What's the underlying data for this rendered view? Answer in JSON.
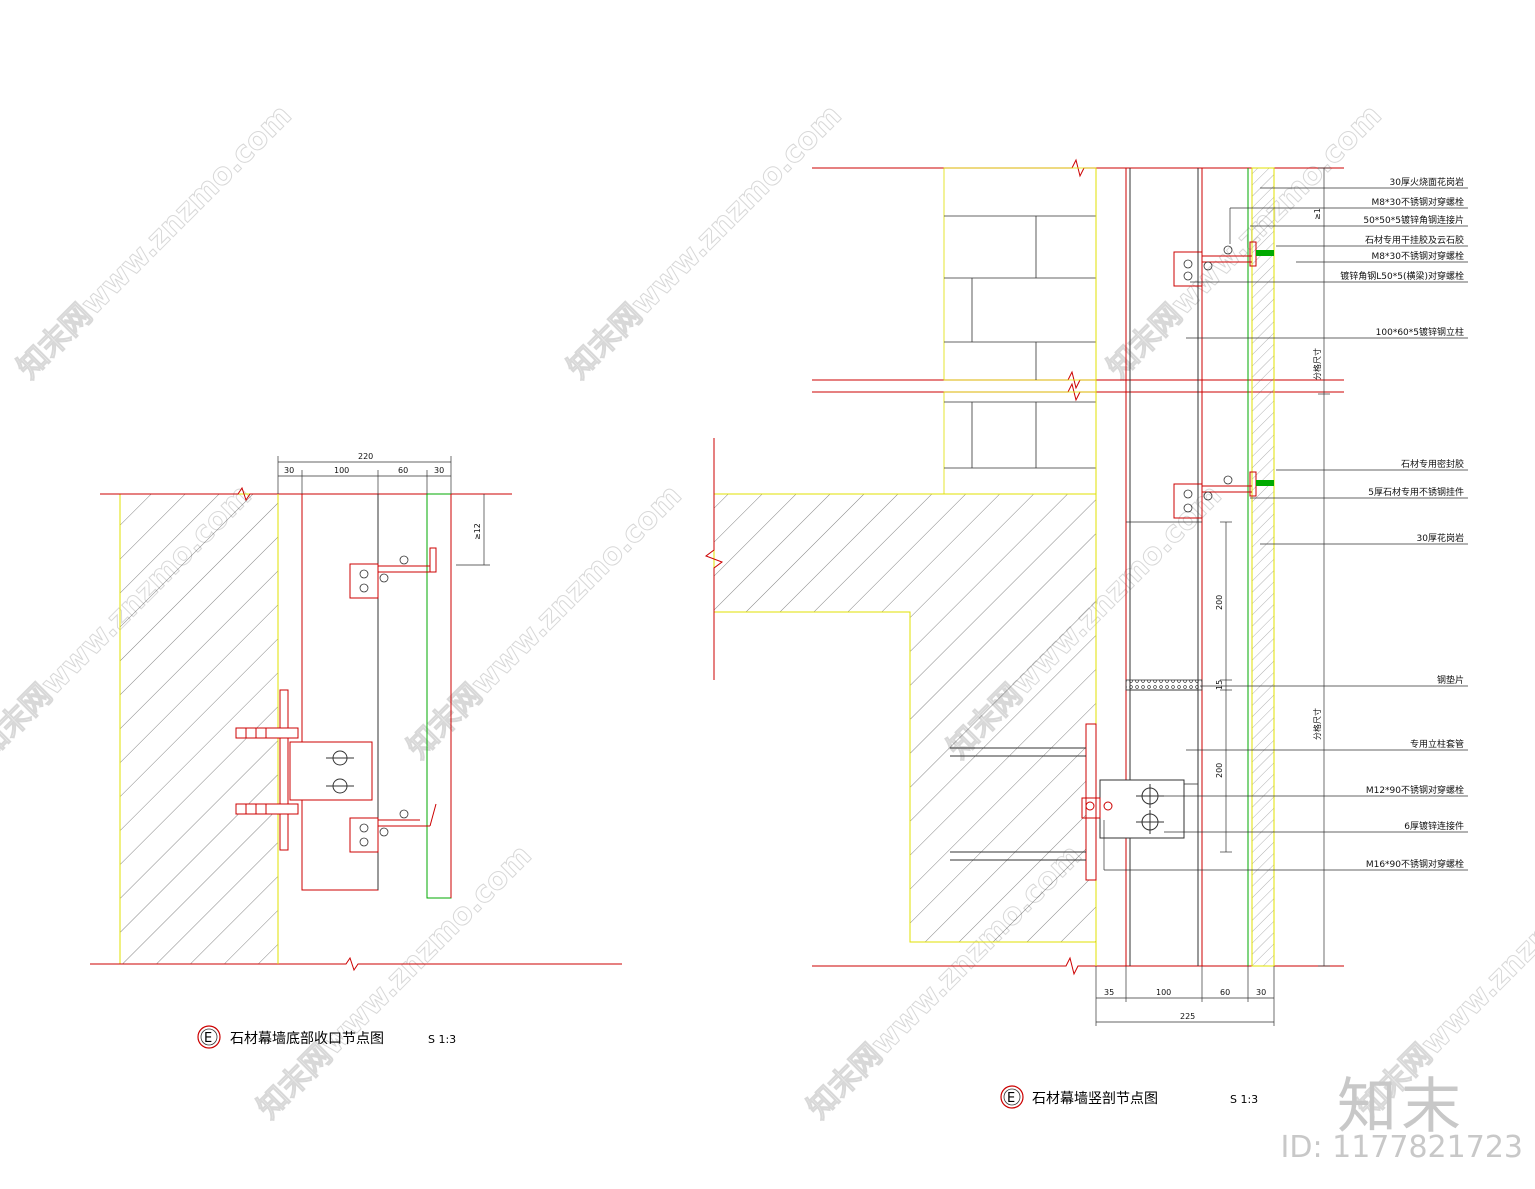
{
  "watermark": {
    "text": "知末网www.znzmo.com",
    "brand": "知末",
    "id_label": "ID: 1177821723"
  },
  "left_detail": {
    "title": "石材幕墙底部收口节点图",
    "scale": "S 1:3",
    "marker": "E",
    "dims_top": [
      "30",
      "100",
      "60",
      "30"
    ],
    "dim_total": "220",
    "dim_vertical": "≥12"
  },
  "right_detail": {
    "title": "石材幕墙竖剖节点图",
    "scale": "S 1:3",
    "marker": "E",
    "dims_bottom": [
      "35",
      "100",
      "60",
      "30"
    ],
    "dim_total": "225",
    "dim_200_a": "200",
    "dim_200_b": "200",
    "dim_15": "15",
    "dim_vertical_a": "≥1",
    "dim_vertical_b": "分格尺寸",
    "dim_vertical_c": "分格尺寸",
    "callouts": [
      "30厚火烧面花岗岩",
      "M8*30不锈钢对穿螺栓",
      "50*50*5镀锌角钢连接片",
      "石材专用干挂胶及云石胶",
      "M8*30不锈钢对穿螺栓",
      "镀锌角钢L50*5(横梁)对穿螺栓",
      "100*60*5镀锌钢立柱",
      "石材专用密封胶",
      "5厚石材专用不锈钢挂件",
      "30厚花岗岩",
      "钢垫片",
      "专用立柱套管",
      "M12*90不锈钢对穿螺栓",
      "6厚镀锌连接件",
      "M16*90不锈钢对穿螺栓"
    ]
  }
}
